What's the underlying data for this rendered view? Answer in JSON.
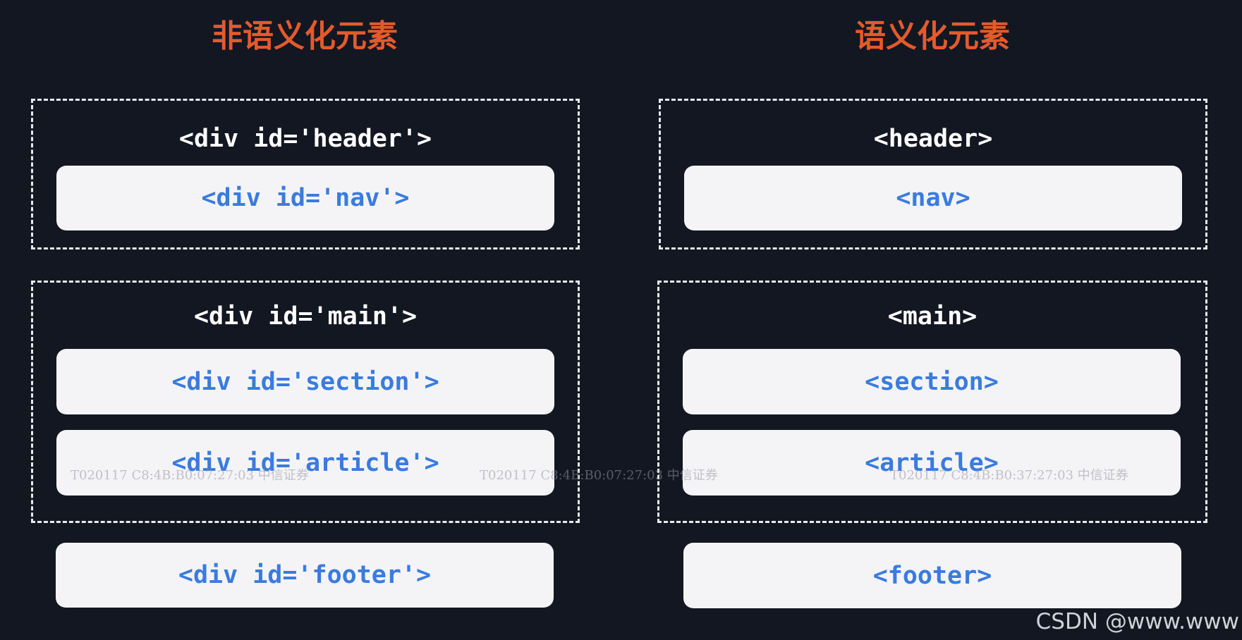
{
  "left": {
    "title": "非语义化元素",
    "header_label": "<div id='header'>",
    "nav": "<div id='nav'>",
    "main_label": "<div id='main'>",
    "section": "<div id='section'>",
    "article": "<div id='article'>",
    "footer": "<div id='footer'>"
  },
  "right": {
    "title": "语义化元素",
    "header_label": "<header>",
    "nav": "<nav>",
    "main_label": "<main>",
    "section": "<section>",
    "article": "<article>",
    "footer": "<footer>"
  },
  "watermarks": [
    "T020117  C8:4B:B0:07:27:03  中信证券",
    "T020117  C8:4B:B0:07:27:03  中信证券",
    "T020117  C8:4B:B0:37:27:03  中信证券"
  ],
  "credit": "CSDN @www.www",
  "colors": {
    "background": "#121722",
    "title": "#e55a2b",
    "box_fill": "#f4f4f7",
    "box_text": "#3a7be0",
    "container_border": "#e8eaee"
  }
}
